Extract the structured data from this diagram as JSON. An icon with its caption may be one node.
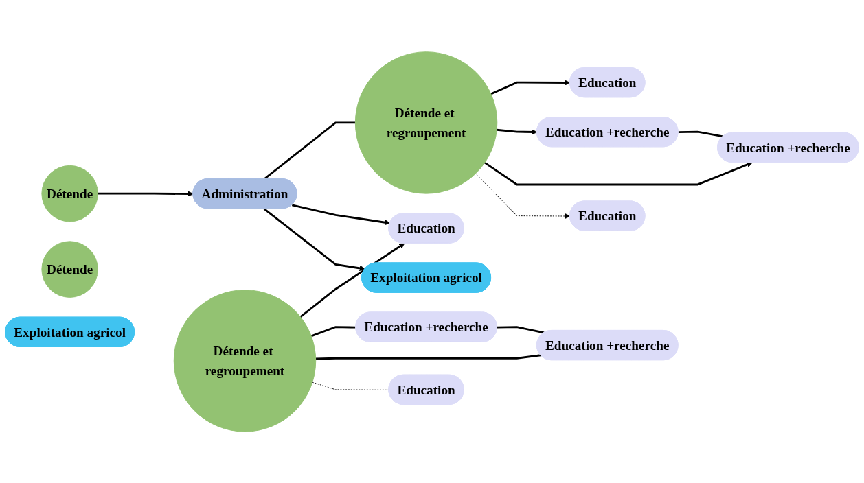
{
  "diagram": {
    "nodes": [
      {
        "text": [
          "Education"
        ]
      },
      {
        "text": [
          "Détende"
        ]
      },
      {
        "text": [
          "Détende"
        ]
      },
      {
        "text": [
          "Education"
        ]
      },
      {
        "text": [
          "Education +recherche"
        ]
      },
      {
        "text": [
          "Education +recherche"
        ]
      },
      {
        "text": [
          "Exploitation agricol"
        ]
      },
      {
        "text": [
          "Détende et regroupement"
        ]
      },
      {
        "text": [
          "Administration"
        ]
      },
      {
        "text": [
          "Détende et regroupement"
        ]
      },
      {
        "text": [
          "Exploitation agricol"
        ]
      },
      {
        "text": [
          "Education +recherche"
        ]
      },
      {
        "text": [
          "Education +recherche"
        ]
      },
      {
        "text": [
          "Education"
        ]
      },
      {
        "text": [
          "Education"
        ]
      }
    ],
    "edges": [
      {
        "from": 7,
        "to": 0,
        "arrow": "to"
      },
      {
        "from": 7,
        "to": 4,
        "arrow": "to"
      },
      {
        "from": 7,
        "to": 11,
        "arrow": "to"
      },
      {
        "from": 4,
        "to": 11,
        "arrow": "none"
      },
      {
        "from": 1,
        "to": 8,
        "arrow": "to"
      },
      {
        "from": 8,
        "to": 7,
        "arrow": "none"
      },
      {
        "from": 8,
        "to": 3,
        "arrow": "to"
      },
      {
        "from": 9,
        "to": 3,
        "arrow": "to"
      },
      {
        "from": 8,
        "to": 10,
        "arrow": "to"
      },
      {
        "from": 9,
        "to": 5,
        "arrow": "none"
      },
      {
        "from": 9,
        "to": 12,
        "arrow": "none"
      },
      {
        "from": 5,
        "to": 12,
        "arrow": "none"
      },
      {
        "from": 7,
        "to": 13,
        "arrow": "to",
        "style": "dashed"
      },
      {
        "from": 9,
        "to": 14,
        "arrow": "none",
        "style": "dashed"
      }
    ]
  }
}
